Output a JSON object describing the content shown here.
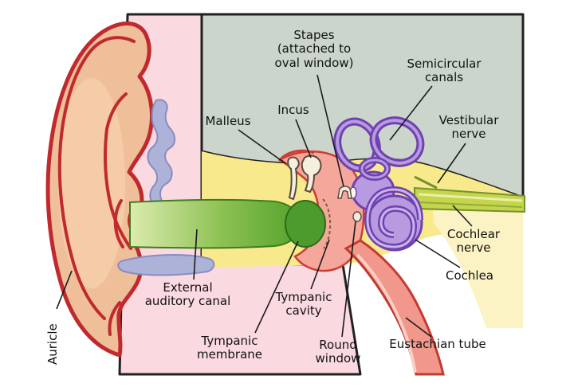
{
  "diagram": {
    "labels": {
      "stapes": "Stapes\n(attached to\noval window)",
      "semicircular_canals": "Semicircular\ncanals",
      "malleus": "Malleus",
      "incus": "Incus",
      "vestibular_nerve": "Vestibular\nnerve",
      "cochlear_nerve": "Cochlear\nnerve",
      "cochlea": "Cochlea",
      "external_auditory_canal": "External\nauditory canal",
      "tympanic_cavity": "Tympanic\ncavity",
      "tympanic_membrane": "Tympanic\nmembrane",
      "round_window": "Round\nwindow",
      "eustachian_tube": "Eustachian tube",
      "auricle": "Auricle"
    },
    "palette": {
      "outline_red": "#c02a2e",
      "skin": "#efbf9a",
      "skin_light": "#f7d2ae",
      "pink_tissue": "#fbd9e0",
      "gray_skull": "#ccd5cc",
      "bone_yellow": "#f8e98c",
      "bone_pale": "#fbf3c4",
      "canal_green_light": "#dcebae",
      "canal_green_dark": "#4d9b2c",
      "cavity_salmon": "#f5a79b",
      "tube_red": "#c43a31",
      "inner_ear_purple_fill": "#b79ae0",
      "inner_ear_purple_line": "#6f42b0",
      "nerve_green": "#c5d44c",
      "cartilage_blue": "#adb2d8",
      "ossicle_white": "#f5efe0",
      "label_text": "#111111",
      "leader_line": "#1a1a1a"
    }
  }
}
